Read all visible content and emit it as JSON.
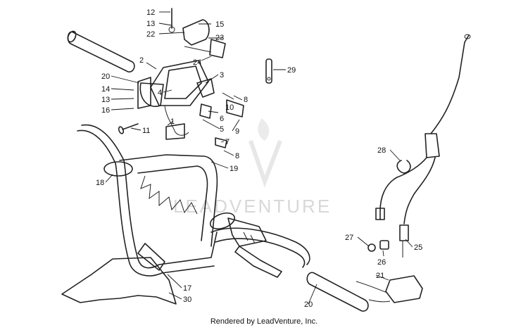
{
  "watermark": {
    "text": "LEADVENTURE",
    "logo": "leadventure-flame-v-logo"
  },
  "footer": {
    "credit": "Rendered by LeadVenture, Inc."
  },
  "callouts": [
    "12",
    "13",
    "22",
    "15",
    "23",
    "24",
    "2",
    "20",
    "14",
    "13",
    "16",
    "4",
    "3",
    "10",
    "8",
    "6",
    "5",
    "9",
    "1",
    "11",
    "7",
    "8",
    "29",
    "18",
    "19",
    "28",
    "27",
    "26",
    "25",
    "21",
    "20",
    "17",
    "30"
  ],
  "colors": {
    "line": "#222222",
    "watermark": "#d8d8d8",
    "background": "#ffffff"
  }
}
